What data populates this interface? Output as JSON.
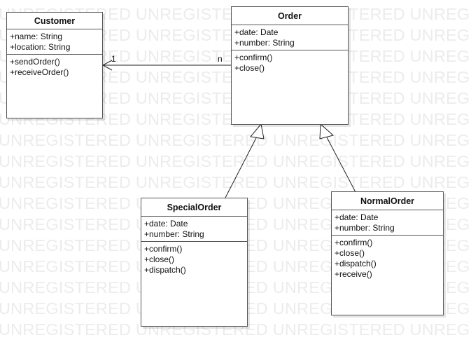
{
  "watermark_text": "UNREGISTERED",
  "classes": {
    "customer": {
      "name": "Customer",
      "attributes": [
        "+name: String",
        "+location: String"
      ],
      "operations": [
        "+sendOrder()",
        "+receiveOrder()"
      ]
    },
    "order": {
      "name": "Order",
      "attributes": [
        "+date: Date",
        "+number: String"
      ],
      "operations": [
        "+confirm()",
        "+close()"
      ]
    },
    "special_order": {
      "name": "SpecialOrder",
      "attributes": [
        "+date: Date",
        "+number: String"
      ],
      "operations": [
        "+confirm()",
        "+close()",
        "+dispatch()"
      ]
    },
    "normal_order": {
      "name": "NormalOrder",
      "attributes": [
        "+date: Date",
        "+number: String"
      ],
      "operations": [
        "+confirm()",
        "+close()",
        "+dispatch()",
        "+receive()"
      ]
    }
  },
  "associations": {
    "customer_order": {
      "customer_multiplicity": "1",
      "order_multiplicity": "n"
    }
  },
  "colors": {
    "border": "#555555",
    "text": "#111111",
    "watermark": "#ececec"
  }
}
